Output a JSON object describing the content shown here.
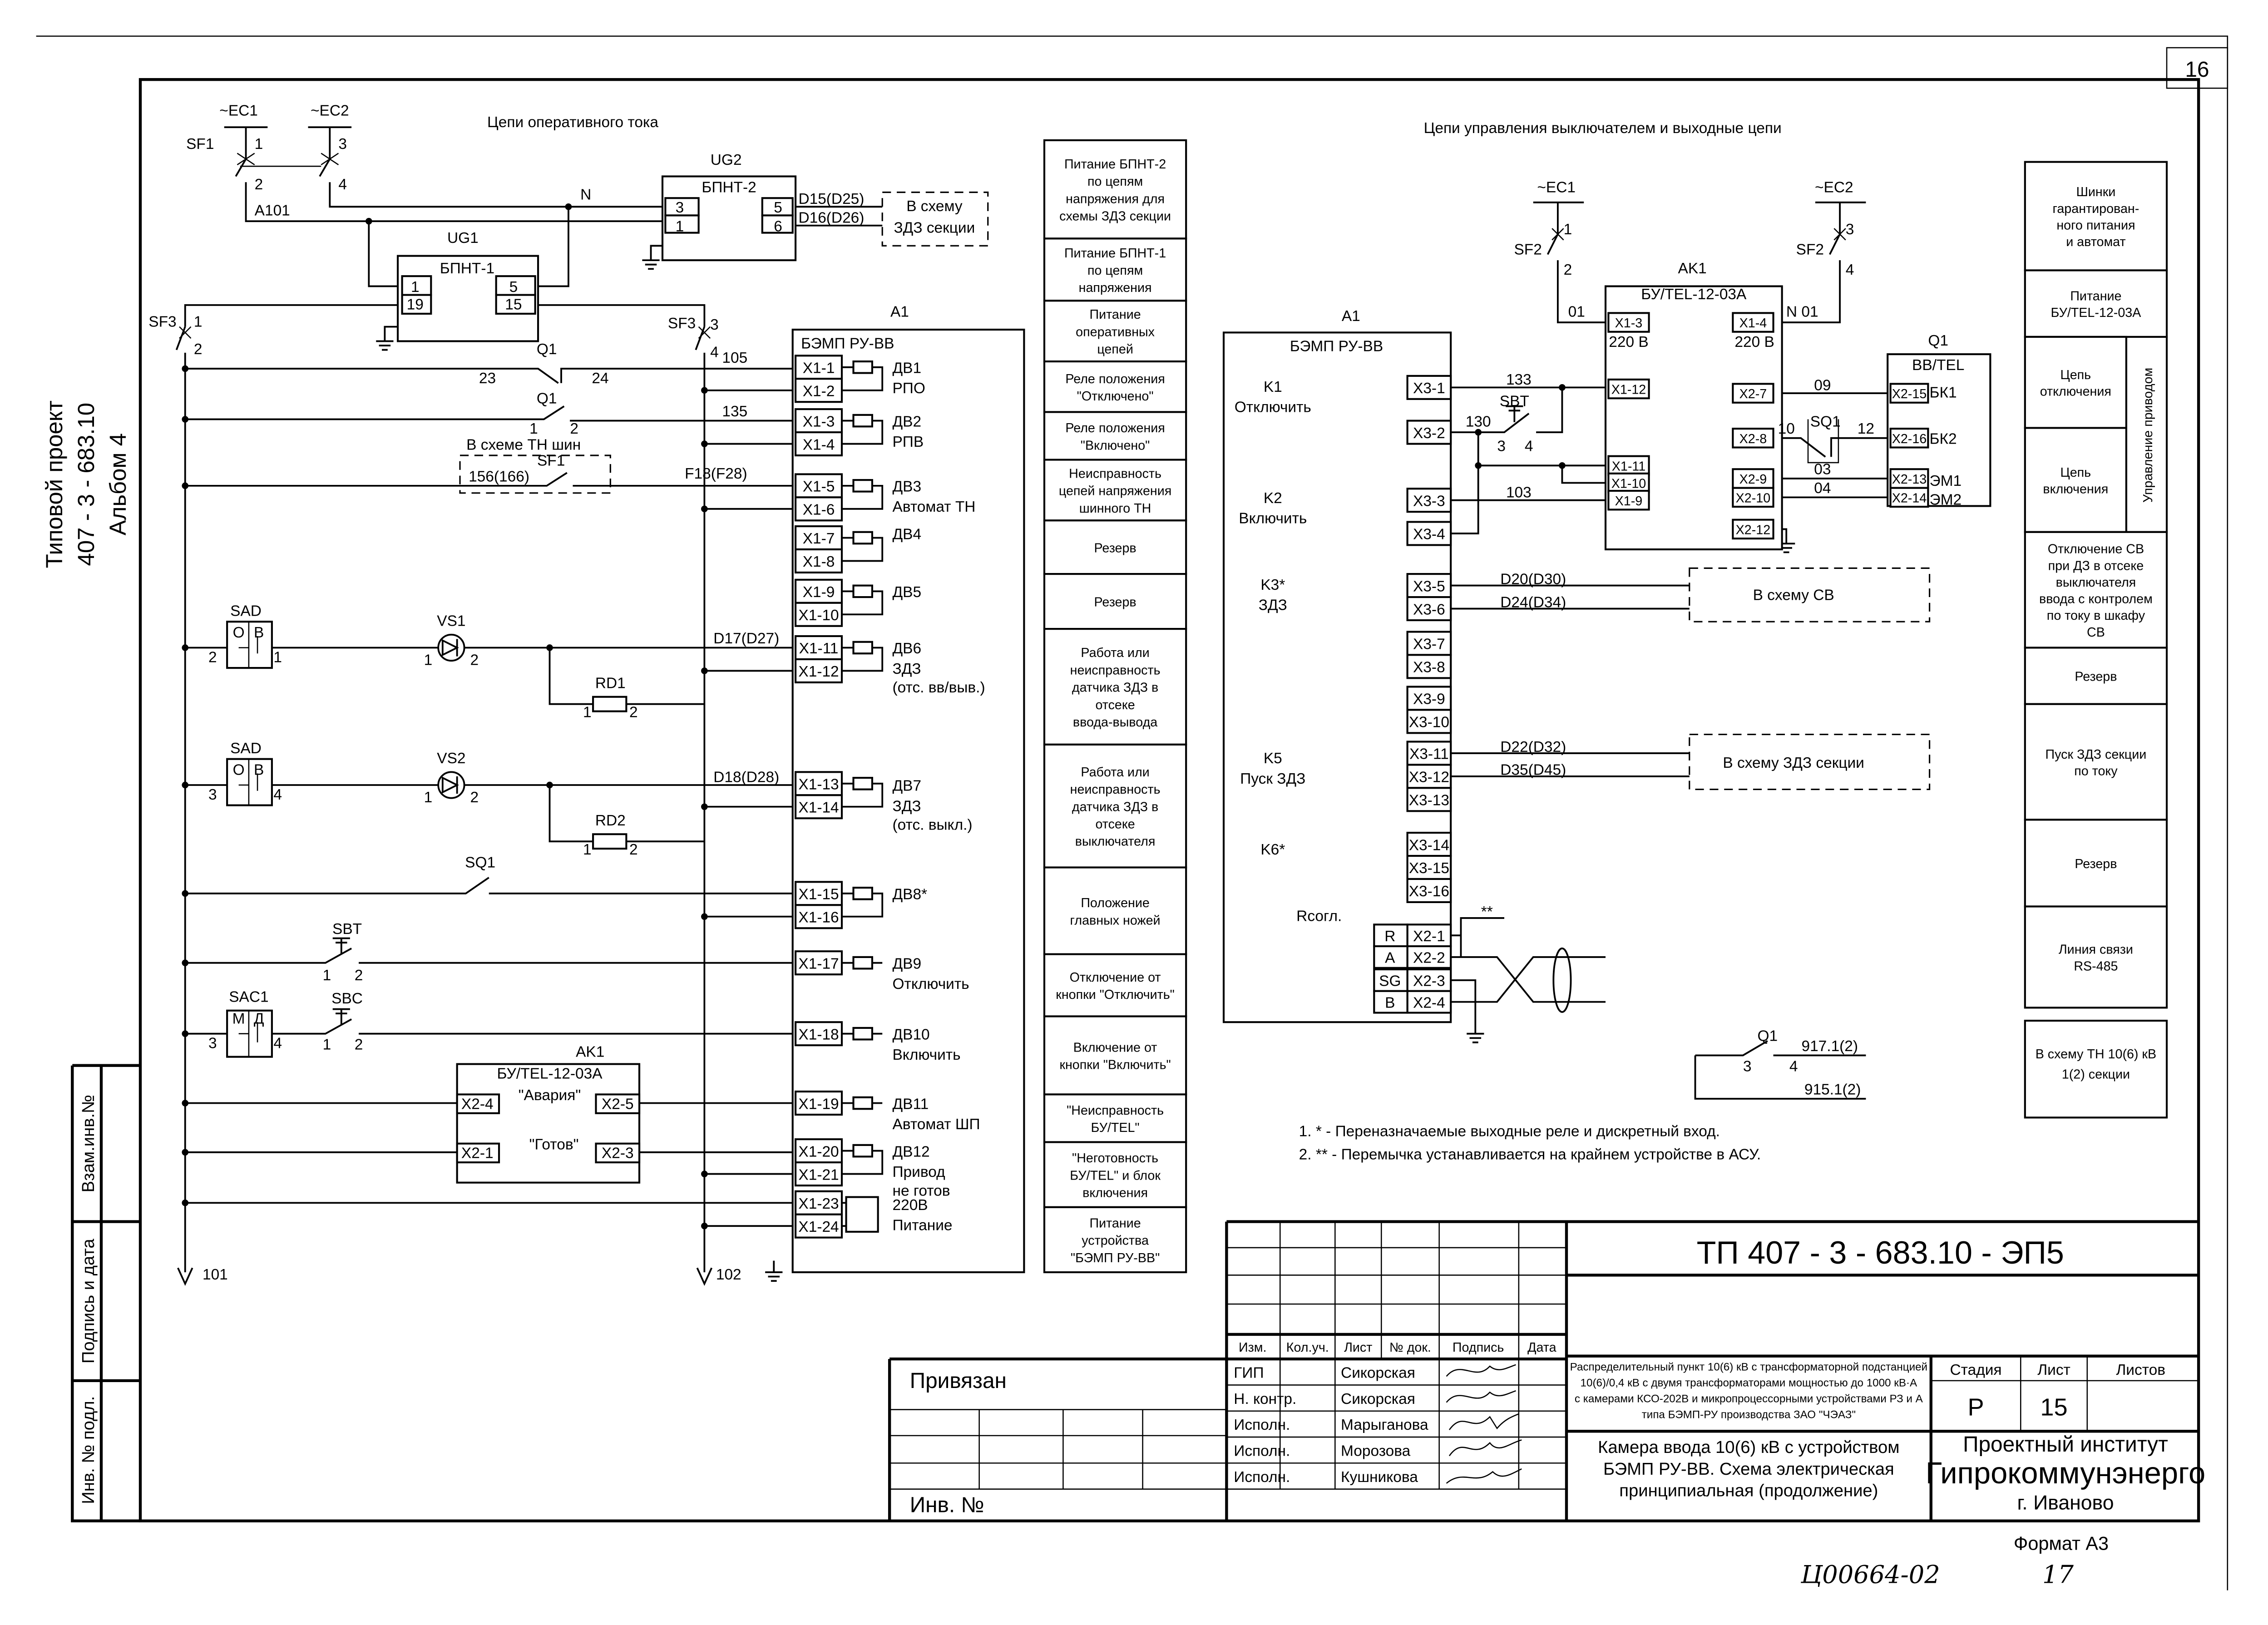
{
  "sheet_number": "16",
  "stamp": {
    "project": "Типовой проект",
    "code": "407 - 3 - 683.10",
    "album": "Альбом 4"
  },
  "side_fields": [
    "Взам.инв.№",
    "Подпись и дата",
    "Инв. № подл."
  ],
  "sections": {
    "operative": "Цепи оперативного тока",
    "control": "Цепи управления выключателем и выходные цепи"
  },
  "left_labels": [
    "~EC1",
    "~EC2",
    "SF1",
    "1",
    "3",
    "2",
    "4",
    "A101",
    "N",
    "UG2",
    "БПНТ-2",
    "3",
    "1",
    "5",
    "6",
    "D15(D25)",
    "D16(D26)",
    "В схему",
    "ЗДЗ секции",
    "UG1",
    "БПНТ-1",
    "1",
    "19",
    "5",
    "15",
    "SF3",
    "1",
    "2",
    "SF3",
    "3",
    "4",
    "Q1",
    "23",
    "24",
    "Q1",
    "1",
    "2",
    "В схеме ТН шин",
    "SF1",
    "156(166)",
    "105",
    "135",
    "F18(F28)",
    "SAD",
    "О",
    "В",
    "2",
    "1",
    "VS1",
    "1",
    "2",
    "D17(D27)",
    "RD1",
    "1",
    "2",
    "SAD",
    "О",
    "В",
    "3",
    "4",
    "VS2",
    "1",
    "2",
    "D18(D28)",
    "RD2",
    "1",
    "2",
    "SQ1",
    "SBT",
    "1",
    "2",
    "SAC1",
    "М",
    "Д",
    "3",
    "4",
    "SBC",
    "1",
    "2",
    "AK1",
    "БУ/TEL-12-03A",
    "\"Авария\"",
    "X2-4",
    "X2-5",
    "\"Готов\"",
    "X2-1",
    "X2-3",
    "101",
    "102"
  ],
  "a1_left": {
    "ref": "A1",
    "name": "БЭМП РУ-ВВ",
    "terminals": [
      "X1-1",
      "X1-2",
      "X1-3",
      "X1-4",
      "X1-5",
      "X1-6",
      "X1-7",
      "X1-8",
      "X1-9",
      "X1-10",
      "X1-11",
      "X1-12",
      "X1-13",
      "X1-14",
      "X1-15",
      "X1-16",
      "X1-17",
      "X1-18",
      "X1-19",
      "X1-20",
      "X1-21",
      "X1-23",
      "X1-24"
    ],
    "inputs": [
      {
        "label": "ДВ1",
        "desc": [
          "РПО"
        ]
      },
      {
        "label": "ДВ2",
        "desc": [
          "РПВ"
        ]
      },
      {
        "label": "ДВ3",
        "desc": [
          "Автомат ТН"
        ]
      },
      {
        "label": "ДВ4",
        "desc": []
      },
      {
        "label": "ДВ5",
        "desc": []
      },
      {
        "label": "ДВ6",
        "desc": [
          "ЗДЗ",
          "(отс. вв/выв.)"
        ]
      },
      {
        "label": "ДВ7",
        "desc": [
          "ЗДЗ",
          "(отс. выкл.)"
        ]
      },
      {
        "label": "ДВ8*",
        "desc": []
      },
      {
        "label": "ДВ9",
        "desc": [
          "Отключить"
        ]
      },
      {
        "label": "ДВ10",
        "desc": [
          "Включить"
        ]
      },
      {
        "label": "ДВ11",
        "desc": [
          "Автомат ШП"
        ]
      },
      {
        "label": "ДВ12",
        "desc": [
          "Привод",
          "не готов"
        ]
      },
      {
        "label": "220В",
        "desc": [
          "Питание"
        ]
      }
    ]
  },
  "functions_mid": [
    [
      "Питание БПНТ-2",
      "по цепям",
      "напряжения для",
      "схемы ЗДЗ секции"
    ],
    [
      "Питание БПНТ-1",
      "по цепям",
      "напряжения"
    ],
    [
      "Питание",
      "оперативных",
      "цепей"
    ],
    [
      "Реле положения",
      "\"Отключено\""
    ],
    [
      "Реле положения",
      "\"Включено\""
    ],
    [
      "Неисправность",
      "цепей напряжения",
      "шинного ТН"
    ],
    [
      "Резерв"
    ],
    [
      "Резерв"
    ],
    [
      "Работа или",
      "неисправность",
      "датчика ЗДЗ в",
      "отсеке",
      "ввода-вывода"
    ],
    [
      "Работа или",
      "неисправность",
      "датчика ЗДЗ в",
      "отсеке",
      "выключателя"
    ],
    [
      "Положение",
      "главных ножей"
    ],
    [
      "Отключение от",
      "кнопки \"Отключить\""
    ],
    [
      "Включение от",
      "кнопки \"Включить\""
    ],
    [
      "\"Неисправность",
      "БУ/TEL\""
    ],
    [
      "\"Неготовность",
      "БУ/TEL\" и блок",
      "включения"
    ],
    [
      "Питание",
      "устройства",
      "\"БЭМП РУ-ВВ\""
    ]
  ],
  "right_labels": [
    "~EC1",
    "~EC2",
    "1",
    "SF2",
    "2",
    "3",
    "SF2",
    "4",
    "AK1",
    "БУ/TEL-12-03A",
    "01",
    "N 01",
    "220 В",
    "220 В",
    "Q1",
    "BB/TEL",
    "A1",
    "БЭМП РУ-ВВ",
    "K1",
    "Отключить",
    "133",
    "SBT",
    "130",
    "3",
    "4",
    "103",
    "K2",
    "Включить",
    "09",
    "10",
    "SQ1",
    "12",
    "03",
    "04",
    "БК1",
    "БК2",
    "ЭМ1",
    "ЭМ2",
    "K3*",
    "ЗДЗ",
    "D20(D30)",
    "D24(D34)",
    "В схему СВ",
    "K5",
    "Пуск ЗДЗ",
    "D22(D32)",
    "D35(D45)",
    "В схему ЗДЗ секции",
    "K6*",
    "Rсогл.",
    "**",
    "Q1",
    "917.1(2)",
    "3",
    "4",
    "915.1(2)"
  ],
  "a1_right": {
    "x3_terminals": [
      "X3-1",
      "X3-2",
      "X3-3",
      "X3-4",
      "X3-5",
      "X3-6",
      "X3-7",
      "X3-8",
      "X3-9",
      "X3-10",
      "X3-11",
      "X3-12",
      "X3-13",
      "X3-14",
      "X3-15",
      "X3-16"
    ],
    "x2_terminals": [
      "X2-1",
      "X2-2",
      "X2-3",
      "X2-4"
    ],
    "x2_signals": [
      "R",
      "A",
      "SG",
      "B"
    ]
  },
  "ak1_terminals": [
    "X1-3",
    "X1-4",
    "X1-12",
    "X1-11",
    "X1-10",
    "X1-9",
    "X2-7",
    "X2-8",
    "X2-9",
    "X2-10",
    "X2-12"
  ],
  "q1_terminals": [
    "X2-15",
    "X2-16",
    "X2-13",
    "X2-14"
  ],
  "functions_right": [
    [
      "Шинки",
      "гарантирован-",
      "ного питания",
      "и автомат"
    ],
    [
      "Питание",
      "БУ/TEL-12-03A"
    ],
    [
      "Цепь",
      "отключения"
    ],
    [
      "Цепь",
      "включения"
    ],
    [
      "Отключение СВ",
      "при ДЗ в отсеке",
      "выключателя",
      "ввода с контролем",
      "по току в шкафу",
      "СВ"
    ],
    [
      "Резерв"
    ],
    [
      "Пуск ЗДЗ секции",
      "по току"
    ],
    [
      "Резерв"
    ],
    [
      "Линия связи",
      "RS-485"
    ]
  ],
  "drive_control": "Управление приводом",
  "tn_box": [
    "В схему ТН 10(6) кВ",
    "1(2) секции"
  ],
  "notes": [
    "1. * - Переназначаемые выходные реле и дискретный вход.",
    "2. ** - Перемычка устанавливается на крайнем устройстве в АСУ."
  ],
  "title_block": {
    "code": "ТП  407 - 3 - 683.10 - ЭП5",
    "headers": [
      "Изм.",
      "Кол.уч.",
      "Лист",
      "№ док.",
      "Подпись",
      "Дата"
    ],
    "people": [
      {
        "role": "ГИП",
        "name": "Сикорская"
      },
      {
        "role": "Н. контр.",
        "name": "Сикорская"
      },
      {
        "role": "Исполн.",
        "name": "Марыганова"
      },
      {
        "role": "Исполн.",
        "name": "Морозова"
      },
      {
        "role": "Исполн.",
        "name": "Кушникова"
      }
    ],
    "project_desc": [
      "Распределительный пункт 10(6) кВ с трансформаторной подстанцией",
      "10(6)/0,4 кВ с двумя трансформаторами мощностью до 1000 кВ·А",
      "с камерами КСО-202В и микропроцессорными устройствами РЗ и А",
      "типа БЭМП-РУ производства ЗАО \"ЧЭАЗ\""
    ],
    "stage_label": "Стадия",
    "sheet_label": "Лист",
    "sheets_label": "Листов",
    "stage": "Р",
    "sheet": "15",
    "sheets": "",
    "drawing_title": [
      "Камера ввода 10(6) кВ с устройством",
      "БЭМП РУ-ВВ. Схема электрическая",
      "принципиальная (продолжение)"
    ],
    "institute": [
      "Проектный институт",
      "Гипрокоммунэнерго",
      "г. Иваново"
    ],
    "linked": "Привязан",
    "inv": "Инв. №"
  },
  "format": "Формат А3",
  "handwritten": {
    "number": "Ц00664-02",
    "sheet": "17"
  }
}
